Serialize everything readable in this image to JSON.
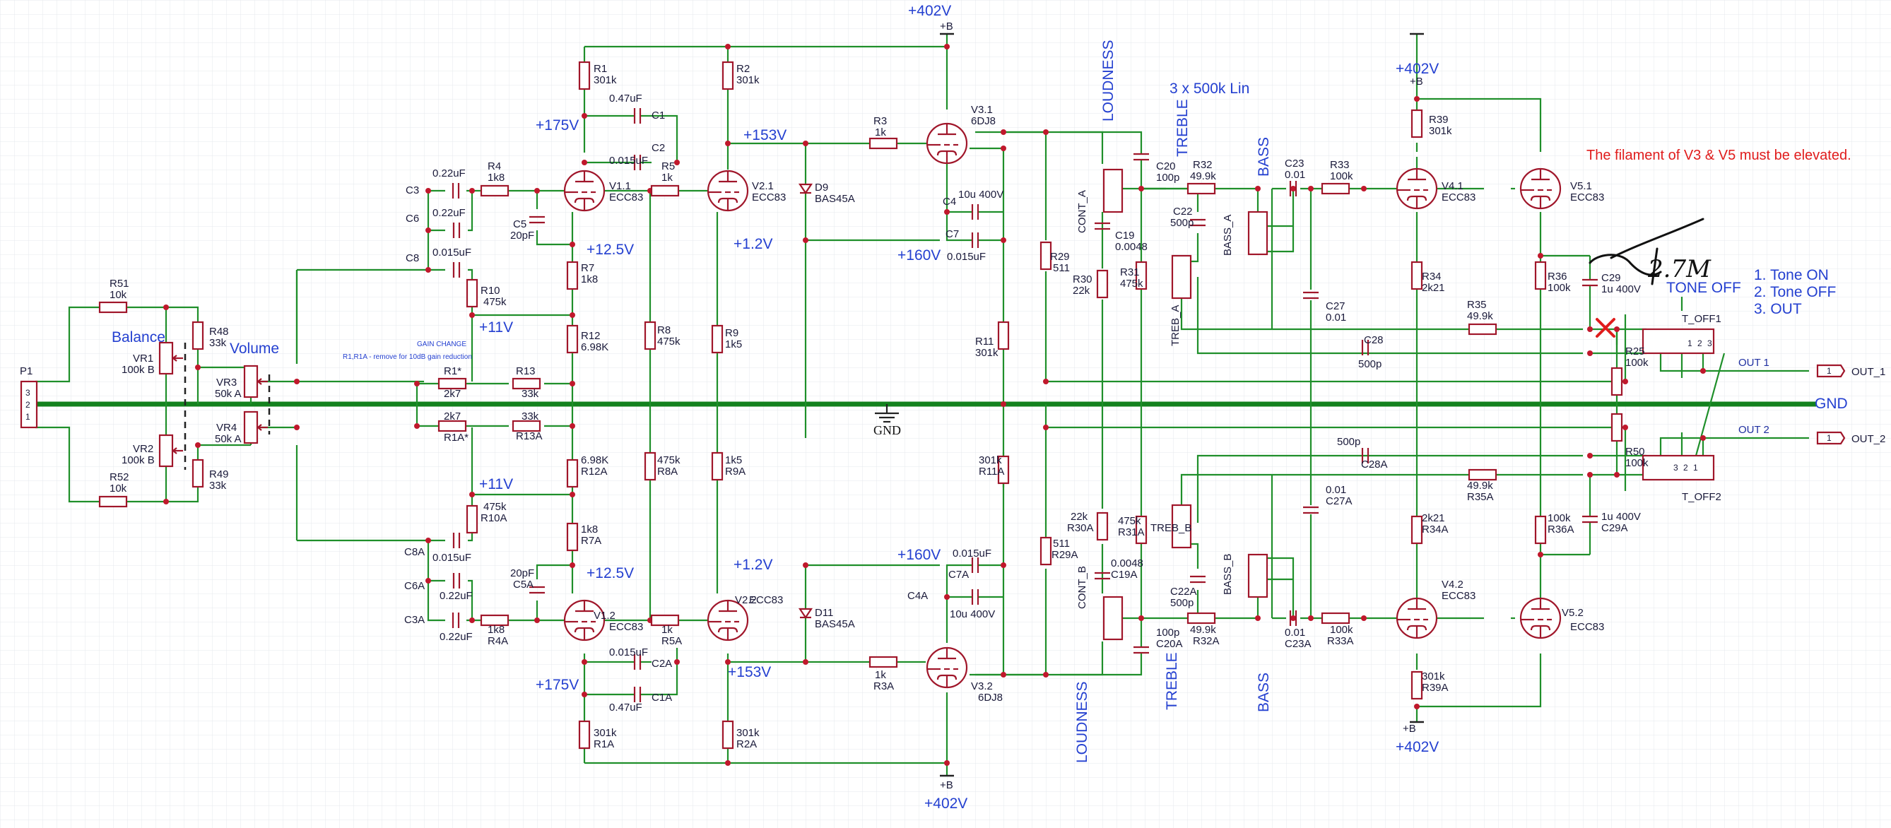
{
  "voltages": {
    "v402_top": "+402V",
    "v402_right_top": "+402V",
    "v402_right_bottom": "+402V",
    "v402_bottom": "+402V",
    "v175_top": "+175V",
    "v175_bottom": "+175V",
    "v153_top": "+153V",
    "v153_bottom": "+153V",
    "v125_top": "+12.5V",
    "v125_bottom": "+12.5V",
    "v12_top": "+1.2V",
    "v12_bottom": "+1.2V",
    "v160_top": "+160V",
    "v160_bottom": "+160V",
    "v11_top": "+11V",
    "v11_bottom": "+11V"
  },
  "power_symbol": "+B",
  "ground_label": "GND",
  "ground_net": "GND",
  "sections": {
    "loudness_top": "LOUDNESS",
    "loudness_bottom": "LOUDNESS",
    "treble_top": "TREBLE",
    "treble_bottom": "TREBLE",
    "bass_top": "BASS",
    "bass_bottom": "BASS",
    "pot_note": "3 x 500k Lin",
    "balance": "Balance",
    "volume": "Volume"
  },
  "note": "The filament of V3 & V5 must be elevated.",
  "handwritten": "2.7M",
  "tone_off_label": "TONE OFF",
  "legend": [
    "1. Tone ON",
    "2. Tone OFF",
    "3. OUT"
  ],
  "gain_change": {
    "title": "GAIN CHANGE",
    "detail": "R1,R1A - remove for 10dB gain reduction"
  },
  "outputs": {
    "out1_net": "OUT 1",
    "out2_net": "OUT 2",
    "out1": "OUT_1",
    "out2": "OUT_2",
    "pin": "1"
  },
  "connector": {
    "ref": "P1",
    "pins": [
      "3",
      "2",
      "1"
    ]
  },
  "switches": {
    "t_off1": "T_OFF1",
    "t_off2": "T_OFF2",
    "pins": [
      "1",
      "2",
      "3"
    ]
  },
  "tubes": {
    "v1_1": {
      "ref": "V1.1",
      "type": "ECC83"
    },
    "v2_1": {
      "ref": "V2.1",
      "type": "ECC83"
    },
    "v3_1": {
      "ref": "V3.1",
      "type": "6DJ8"
    },
    "v4_1": {
      "ref": "V4.1",
      "type": "ECC83"
    },
    "v5_1": {
      "ref": "V5.1",
      "type": "ECC83"
    },
    "v1_2": {
      "ref": "V1.2",
      "type": "ECC83"
    },
    "v2_2": {
      "ref": "V2.2",
      "type": "ECC83"
    },
    "v3_2": {
      "ref": "V3.2",
      "type": "6DJ8"
    },
    "v4_2": {
      "ref": "V4.2",
      "type": "ECC83"
    },
    "v5_2": {
      "ref": "V5.2",
      "type": "ECC83"
    }
  },
  "pots": {
    "vr1": {
      "ref": "VR1",
      "value": "100k B"
    },
    "vr2": {
      "ref": "VR2",
      "value": "100k B"
    },
    "vr3": {
      "ref": "VR3",
      "value": "50k A"
    },
    "vr4": {
      "ref": "VR4",
      "value": "50k A"
    },
    "cont_a": "CONT_A",
    "cont_b": "CONT_B",
    "bass_a": "BASS_A",
    "bass_b": "BASS_B",
    "treb_a": "TREB_A",
    "treb_b": "TREB_B"
  },
  "diodes": {
    "d9": {
      "ref": "D9",
      "type": "BAS45A"
    },
    "d11": {
      "ref": "D11",
      "type": "BAS45A"
    }
  },
  "resistors": {
    "r1": {
      "ref": "R1",
      "value": "301k"
    },
    "r2": {
      "ref": "R2",
      "value": "301k"
    },
    "r3": {
      "ref": "R3",
      "value": "1k"
    },
    "r4": {
      "ref": "R4",
      "value": "1k8"
    },
    "r5": {
      "ref": "R5",
      "value": "1k"
    },
    "r7": {
      "ref": "R7",
      "value": "1k8"
    },
    "r8": {
      "ref": "R8",
      "value": "475k"
    },
    "r9": {
      "ref": "R9",
      "value": "1k5"
    },
    "r10": {
      "ref": "R10",
      "value": "475k"
    },
    "r11": {
      "ref": "R11",
      "value": "301k"
    },
    "r12": {
      "ref": "R12",
      "value": "6.98K"
    },
    "r13": {
      "ref": "R13",
      "value": "33k"
    },
    "r1s": {
      "ref": "R1*",
      "value": "2k7"
    },
    "r25": {
      "ref": "R25",
      "value": "100k"
    },
    "r29": {
      "ref": "R29",
      "value": "511"
    },
    "r30": {
      "ref": "R30",
      "value": "22k"
    },
    "r31": {
      "ref": "R31",
      "value": "475k"
    },
    "r32": {
      "ref": "R32",
      "value": "49.9k"
    },
    "r33": {
      "ref": "R33",
      "value": "100k"
    },
    "r34": {
      "ref": "R34",
      "value": "2k21"
    },
    "r35": {
      "ref": "R35",
      "value": "49.9k"
    },
    "r36": {
      "ref": "R36",
      "value": "100k"
    },
    "r39": {
      "ref": "R39",
      "value": "301k"
    },
    "r48": {
      "ref": "R48",
      "value": "33k"
    },
    "r49": {
      "ref": "R49",
      "value": "33k"
    },
    "r50": {
      "ref": "R50",
      "value": "100k"
    },
    "r51": {
      "ref": "R51",
      "value": "10k"
    },
    "r52": {
      "ref": "R52",
      "value": "10k"
    },
    "r1a": {
      "ref": "R1A",
      "value": "301k"
    },
    "r2a": {
      "ref": "R2A",
      "value": "301k"
    },
    "r3a": {
      "ref": "R3A",
      "value": "1k"
    },
    "r4a": {
      "ref": "R4A",
      "value": "1k8"
    },
    "r5a": {
      "ref": "R5A",
      "value": "1k"
    },
    "r7a": {
      "ref": "R7A",
      "value": "1k8"
    },
    "r8a": {
      "ref": "R8A",
      "value": "475k"
    },
    "r9a": {
      "ref": "R9A",
      "value": "1k5"
    },
    "r10a": {
      "ref": "R10A",
      "value": "475k"
    },
    "r11a": {
      "ref": "R11A",
      "value": "301k"
    },
    "r12a": {
      "ref": "R12A",
      "value": "6.98K"
    },
    "r13a": {
      "ref": "R13A",
      "value": "33k"
    },
    "r1as": {
      "ref": "R1A*",
      "value": "2k7"
    },
    "r29a": {
      "ref": "R29A",
      "value": "511"
    },
    "r30a": {
      "ref": "R30A",
      "value": "22k"
    },
    "r31a": {
      "ref": "R31A",
      "value": "475k"
    },
    "r32a": {
      "ref": "R32A",
      "value": "49.9k"
    },
    "r33a": {
      "ref": "R33A",
      "value": "100k"
    },
    "r34a": {
      "ref": "R34A",
      "value": "2k21"
    },
    "r35a": {
      "ref": "R35A",
      "value": "49.9k"
    },
    "r36a": {
      "ref": "R36A",
      "value": "100k"
    },
    "r39a": {
      "ref": "R39A",
      "value": "301k"
    }
  },
  "capacitors": {
    "c1": {
      "ref": "C1",
      "value": "0.47uF"
    },
    "c2": {
      "ref": "C2",
      "value": "0.015uF"
    },
    "c3": {
      "ref": "C3",
      "value": "0.22uF"
    },
    "c4": {
      "ref": "C4",
      "value": "10u 400V"
    },
    "c5": {
      "ref": "C5",
      "value": "20pF"
    },
    "c6": {
      "ref": "C6",
      "value": "0.22uF"
    },
    "c7": {
      "ref": "C7",
      "value": "0.015uF"
    },
    "c8": {
      "ref": "C8",
      "value": "0.015uF"
    },
    "c19": {
      "ref": "C19",
      "value": "0.0048"
    },
    "c20": {
      "ref": "C20",
      "value": "100p"
    },
    "c22": {
      "ref": "C22",
      "value": "500p"
    },
    "c23": {
      "ref": "C23",
      "value": "0.01"
    },
    "c27": {
      "ref": "C27",
      "value": "0.01"
    },
    "c28": {
      "ref": "C28",
      "value": "500p"
    },
    "c29": {
      "ref": "C29",
      "value": "1u 400V"
    },
    "c1a": {
      "ref": "C1A",
      "value": "0.47uF"
    },
    "c2a": {
      "ref": "C2A",
      "value": "0.015uF"
    },
    "c3a": {
      "ref": "C3A",
      "value": "0.22uF"
    },
    "c4a": {
      "ref": "C4A",
      "value": "10u 400V"
    },
    "c5a": {
      "ref": "C5A",
      "value": "20pF"
    },
    "c6a": {
      "ref": "C6A",
      "value": "0.22uF"
    },
    "c7a": {
      "ref": "C7A",
      "value": "0.015uF"
    },
    "c8a": {
      "ref": "C8A",
      "value": "0.015uF"
    },
    "c19a": {
      "ref": "C19A",
      "value": "0.0048"
    },
    "c20a": {
      "ref": "C20A",
      "value": "100p"
    },
    "c22a": {
      "ref": "C22A",
      "value": "500p"
    },
    "c23a": {
      "ref": "C23A",
      "value": "0.01"
    },
    "c27a": {
      "ref": "C27A",
      "value": "0.01"
    },
    "c28a": {
      "ref": "C28A",
      "value": "500p"
    },
    "c29a": {
      "ref": "C29A",
      "value": "1u 400V"
    }
  }
}
